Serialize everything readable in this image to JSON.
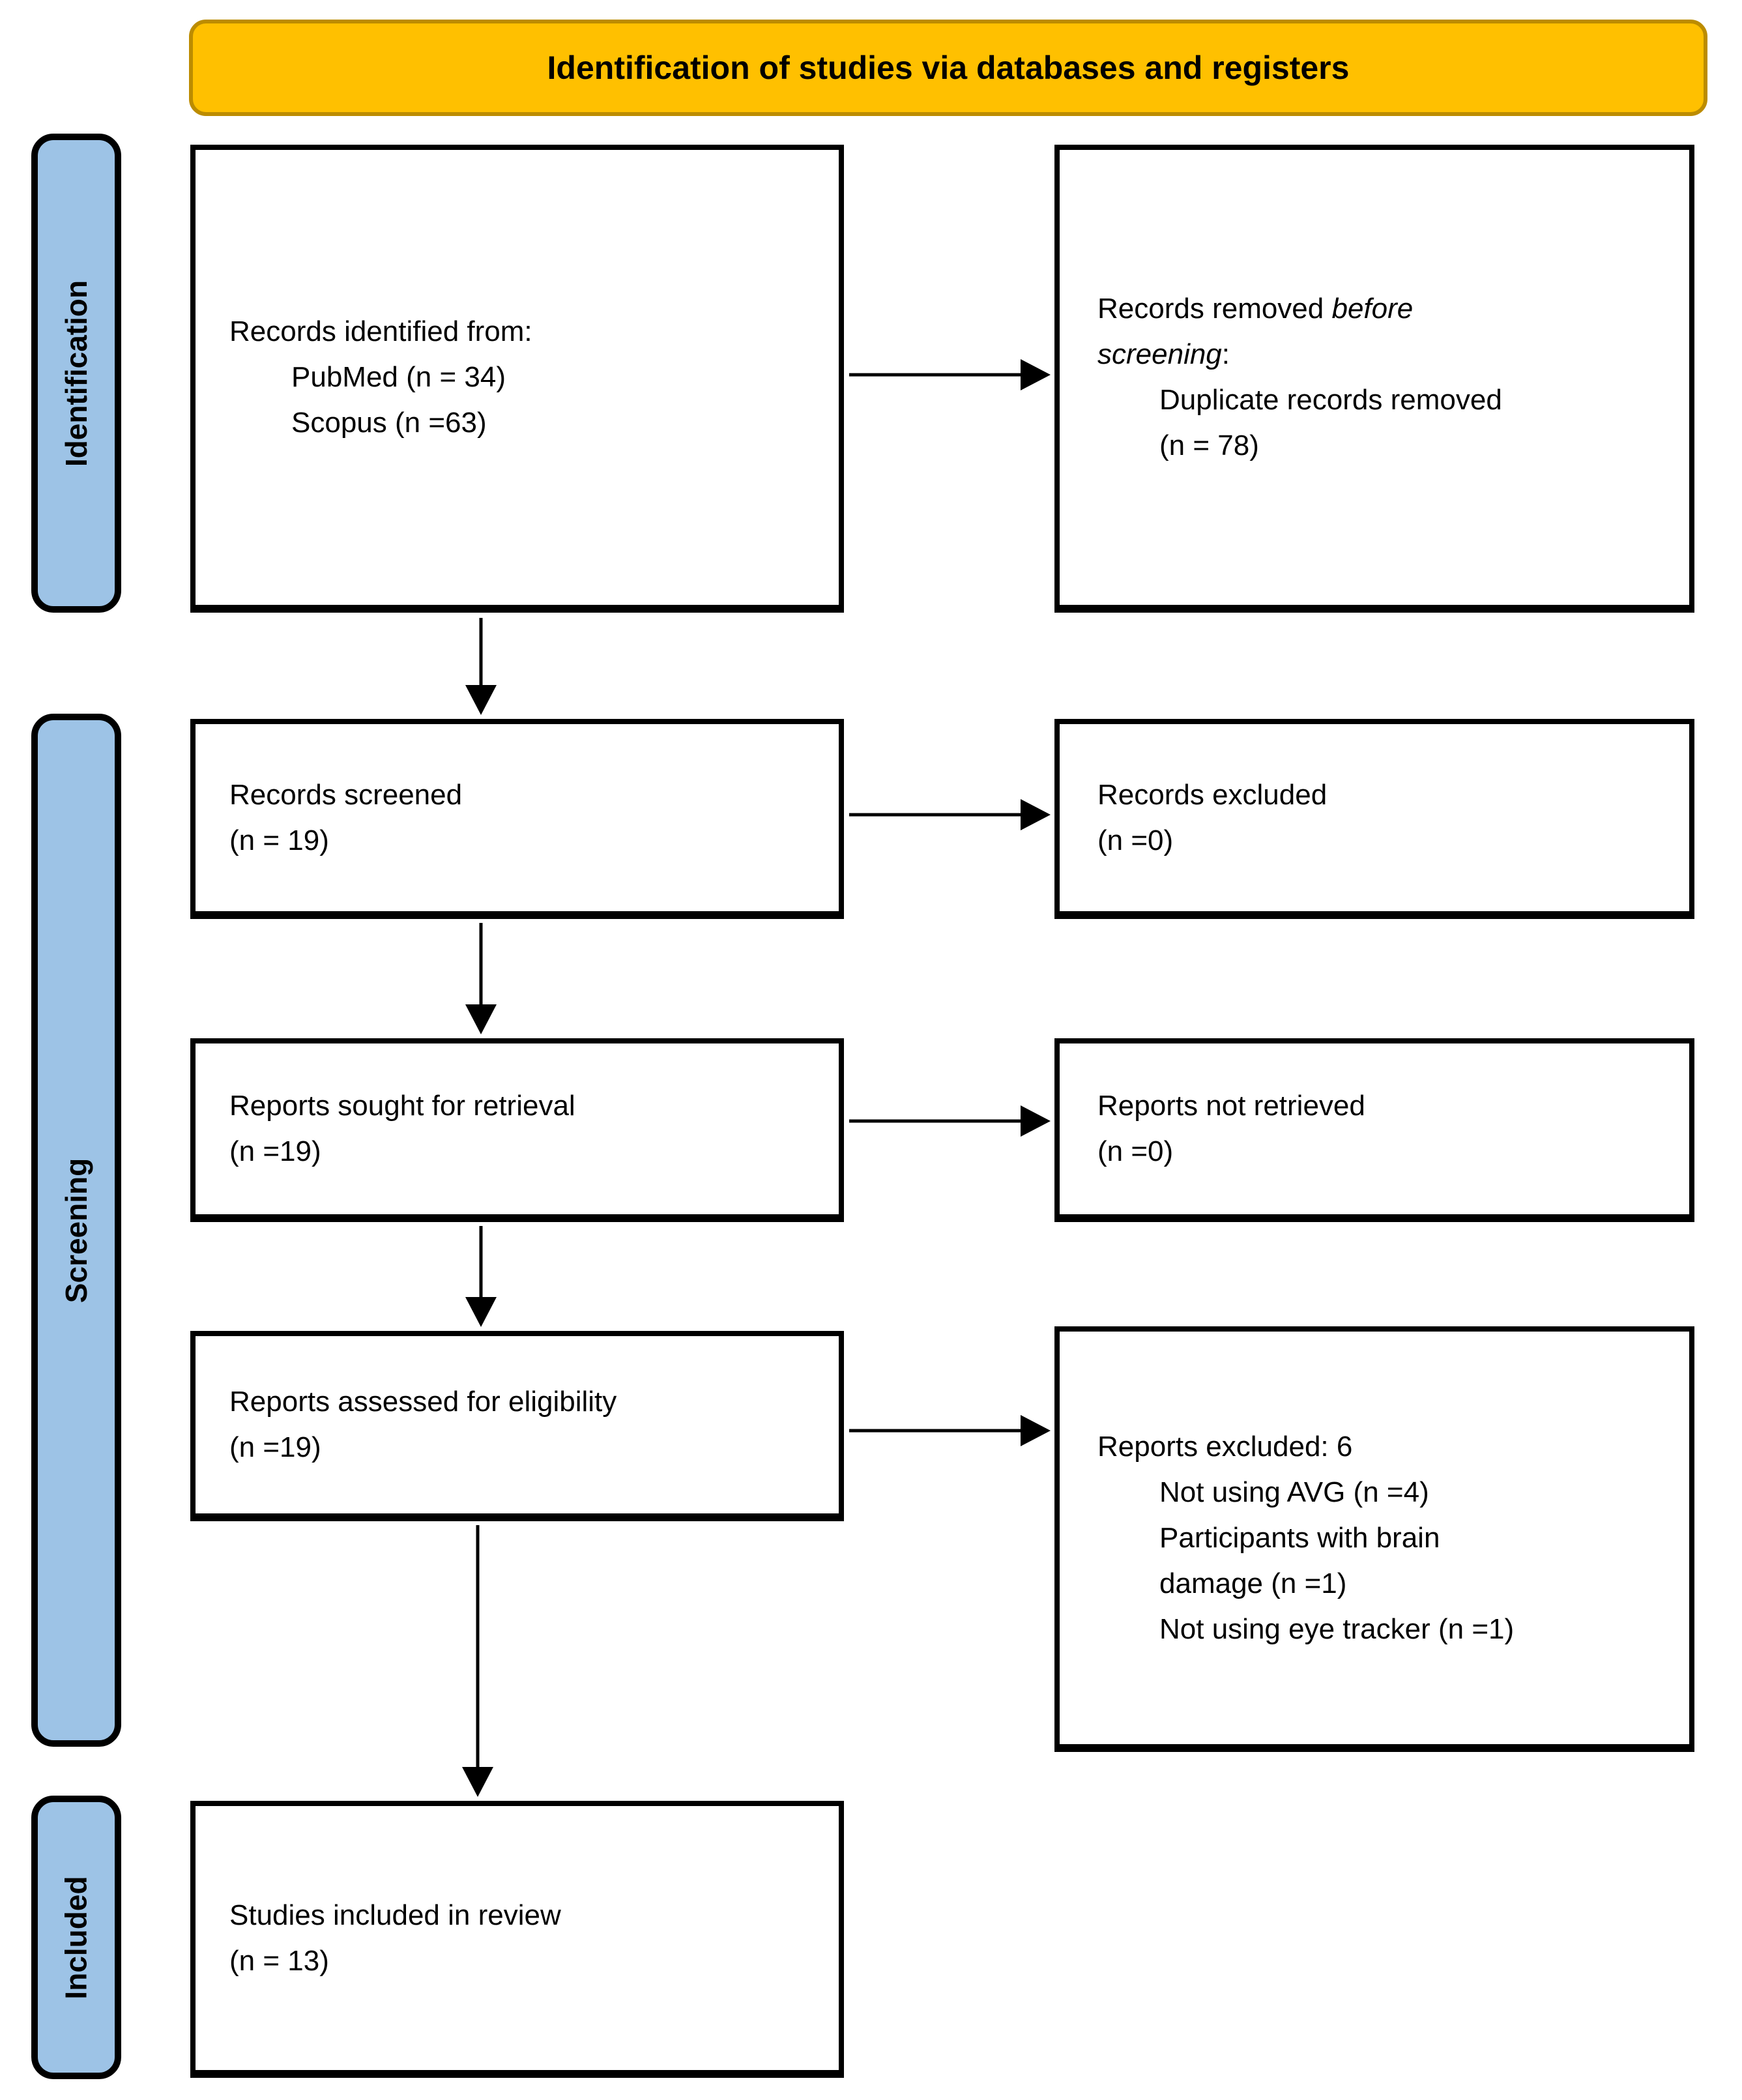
{
  "header": {
    "title": "Identification of studies via databases and registers"
  },
  "sidebar": {
    "stages": [
      {
        "label": "Identification"
      },
      {
        "label": "Screening"
      },
      {
        "label": "Included"
      }
    ]
  },
  "boxes": {
    "records_identified": {
      "title": "Records identified from:",
      "item_lines": [
        "PubMed (n = 34)",
        "Scopus (n =63)"
      ]
    },
    "records_removed": {
      "title_pre": "Records removed ",
      "title_italic_line1": "before",
      "title_italic_line2": "screening",
      "title_post": ":",
      "item_lines": [
        "Duplicate records removed",
        "(n = 78)"
      ]
    },
    "records_screened": {
      "line1": "Records screened",
      "line2": "(n = 19)"
    },
    "records_excluded": {
      "line1": "Records excluded",
      "line2": "(n =0)"
    },
    "reports_sought": {
      "line1": "Reports sought for retrieval",
      "line2": "(n =19)"
    },
    "reports_not_retrieved": {
      "line1": "Reports not retrieved",
      "line2": "(n =0)"
    },
    "reports_assessed": {
      "line1": "Reports assessed for eligibility",
      "line2": "(n =19)"
    },
    "reports_excluded": {
      "title": "Reports excluded: 6",
      "items": [
        {
          "lines": [
            "Not using AVG (n =4)"
          ]
        },
        {
          "lines": [
            "Participants with brain",
            "damage (n =1)"
          ]
        },
        {
          "lines": [
            "Not using eye tracker (n =1)"
          ]
        }
      ]
    },
    "studies_included": {
      "line1": "Studies included in review",
      "line2": "(n = 13)"
    }
  },
  "colors": {
    "header_fill": "#FFC000",
    "header_border": "#BC8C00",
    "stage_fill": "#9DC3E6",
    "box_border": "#000000",
    "background": "#FFFFFF"
  }
}
